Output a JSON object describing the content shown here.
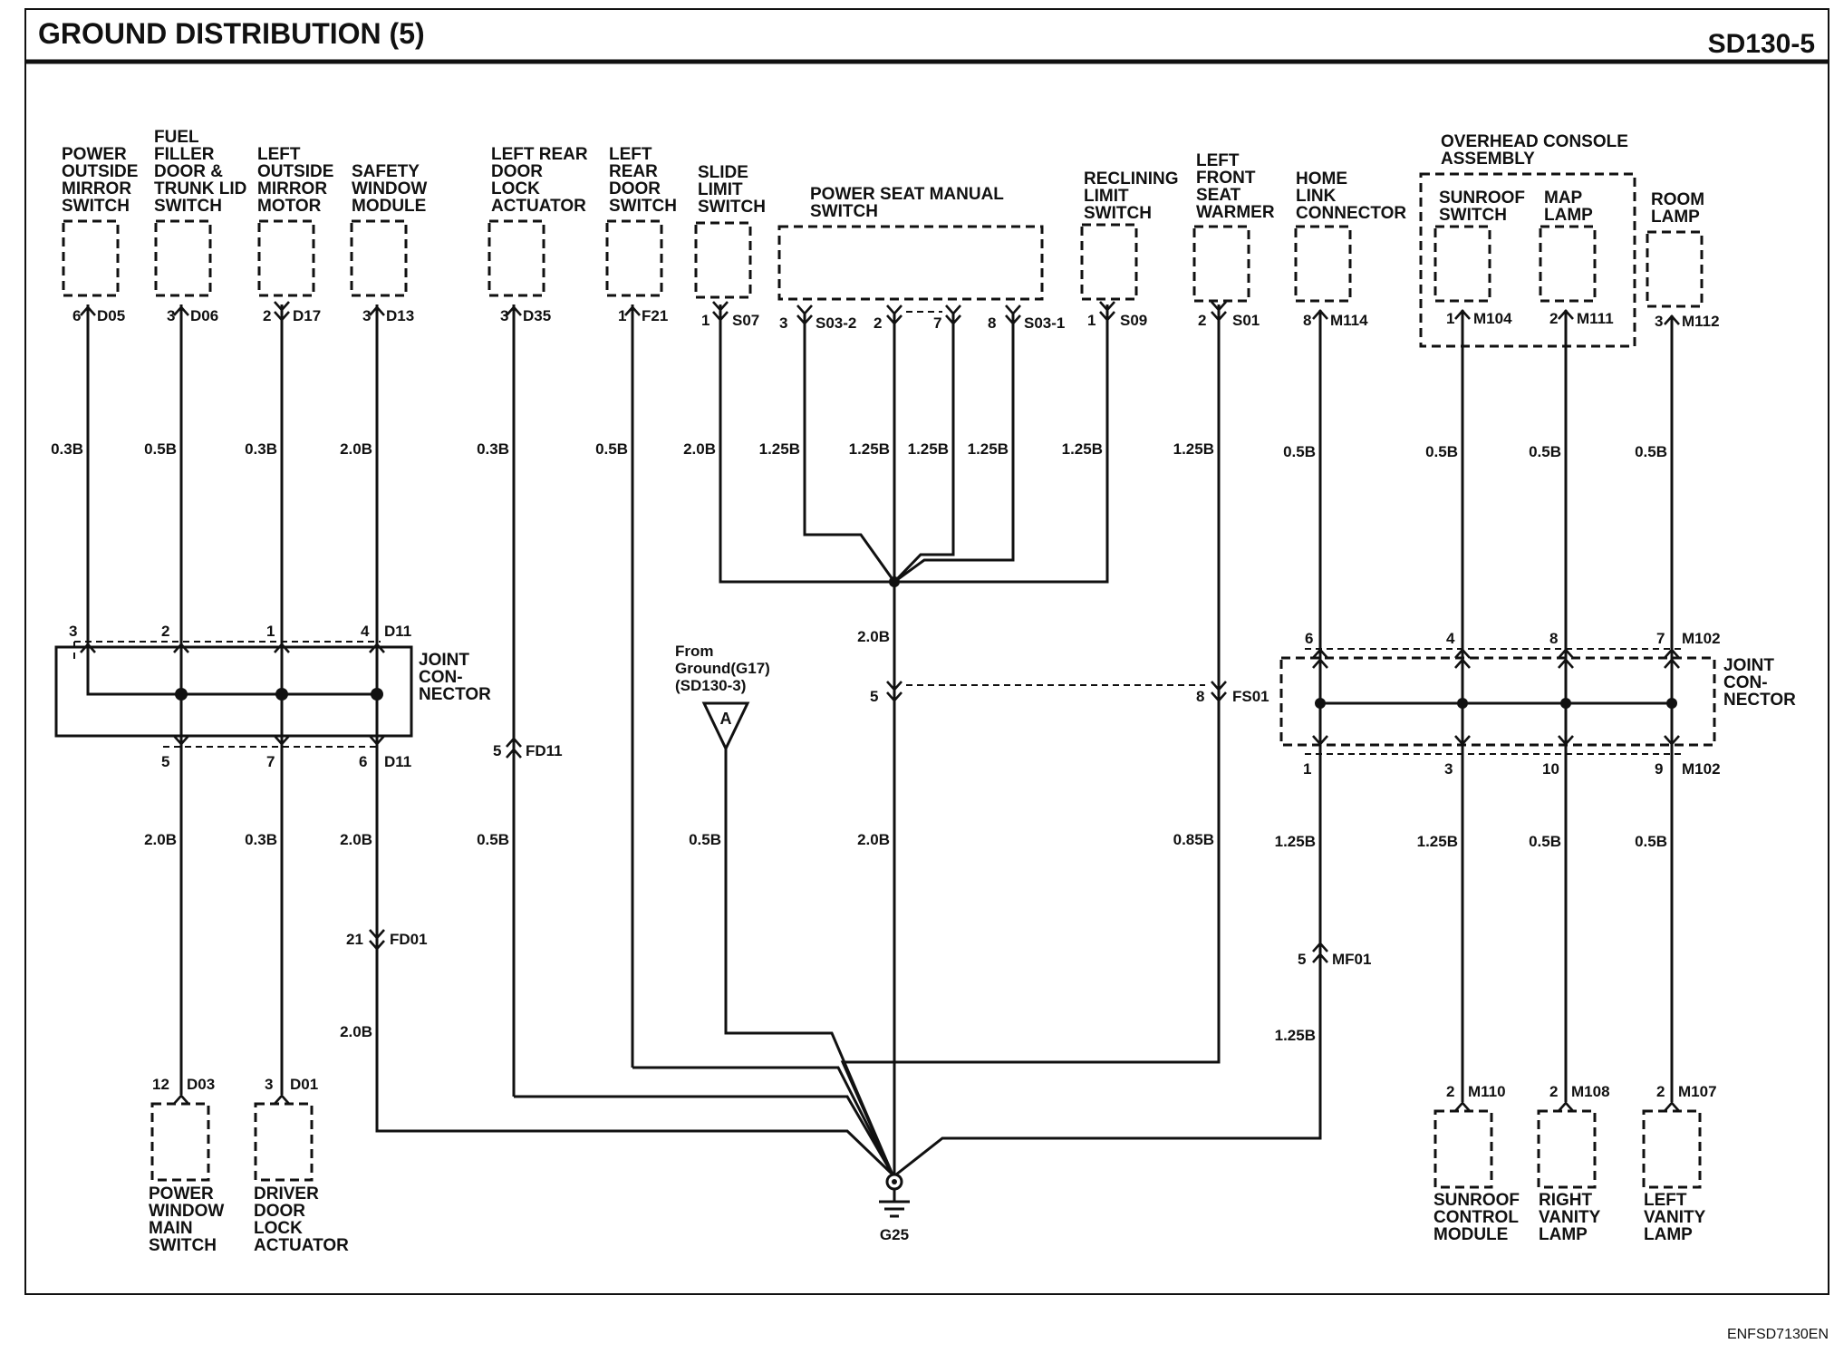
{
  "title": "GROUND DISTRIBUTION (5)",
  "code": "SD130-5",
  "footer": "ENFSD7130EN",
  "ground": "G25",
  "ref": {
    "line1": "From",
    "line2": "Ground(G17)",
    "line3": "(SD130-3)",
    "tag": "A"
  },
  "overhead_console": {
    "line1": "OVERHEAD CONSOLE",
    "line2": "ASSEMBLY"
  },
  "joint_left": {
    "lines": [
      "JOINT",
      "CON-",
      "NECTOR"
    ],
    "top_conn": "D11",
    "bot_conn": "D11",
    "top_pins": [
      "3",
      "2",
      "1",
      "4"
    ],
    "bot_pins": [
      "5",
      "7",
      "6"
    ]
  },
  "joint_right": {
    "lines": [
      "JOINT",
      "CON-",
      "NECTOR"
    ],
    "top_conn": "M102",
    "bot_conn": "M102",
    "top_pins": [
      "6",
      "4",
      "8",
      "7"
    ],
    "bot_pins": [
      "1",
      "3",
      "10",
      "9"
    ]
  },
  "top_components": [
    {
      "lines": [
        "POWER",
        "OUTSIDE",
        "MIRROR",
        "SWITCH"
      ],
      "pin": "6",
      "conn": "D05",
      "gauge": "0.3B"
    },
    {
      "lines": [
        "FUEL",
        "FILLER",
        "DOOR &",
        "TRUNK LID",
        "SWITCH"
      ],
      "pin": "3",
      "conn": "D06",
      "gauge": "0.5B"
    },
    {
      "lines": [
        "LEFT",
        "OUTSIDE",
        "MIRROR",
        "MOTOR"
      ],
      "pin": "2",
      "conn": "D17",
      "gauge": "0.3B"
    },
    {
      "lines": [
        "SAFETY",
        "WINDOW",
        "MODULE"
      ],
      "pin": "3",
      "conn": "D13",
      "gauge": "2.0B"
    },
    {
      "lines": [
        "LEFT REAR",
        "DOOR",
        "LOCK",
        "ACTUATOR"
      ],
      "pin": "3",
      "conn": "D35",
      "gauge": "0.3B"
    },
    {
      "lines": [
        "LEFT",
        "REAR",
        "DOOR",
        "SWITCH"
      ],
      "pin": "1",
      "conn": "F21",
      "gauge": "0.5B"
    },
    {
      "lines": [
        "SLIDE",
        "LIMIT",
        "SWITCH"
      ],
      "pin": "1",
      "conn": "S07",
      "gauge": "2.0B"
    },
    {
      "lines": [
        "POWER SEAT MANUAL",
        "SWITCH"
      ]
    },
    {
      "lines": [
        "RECLINING",
        "LIMIT",
        "SWITCH"
      ],
      "pin": "1",
      "conn": "S09",
      "gauge": "1.25B"
    },
    {
      "lines": [
        "LEFT",
        "FRONT",
        "SEAT",
        "WARMER"
      ],
      "pin": "2",
      "conn": "S01",
      "gauge": "1.25B"
    },
    {
      "lines": [
        "HOME",
        "LINK",
        "CONNECTOR"
      ],
      "pin": "8",
      "conn": "M114",
      "gauge": "0.5B"
    },
    {
      "lines": [
        "SUNROOF",
        "SWITCH"
      ],
      "pin": "1",
      "conn": "M104",
      "gauge": "0.5B"
    },
    {
      "lines": [
        "MAP",
        "LAMP"
      ],
      "pin": "2",
      "conn": "M111",
      "gauge": "0.5B"
    },
    {
      "lines": [
        "ROOM",
        "LAMP"
      ],
      "pin": "3",
      "conn": "M112",
      "gauge": "0.5B"
    }
  ],
  "seat_pins": [
    {
      "pin": "3",
      "conn": "S03-2",
      "gauge": "1.25B"
    },
    {
      "pin": "2",
      "gauge": "1.25B"
    },
    {
      "pin": "7",
      "gauge": "1.25B"
    },
    {
      "pin": "8",
      "conn": "S03-1",
      "gauge": "1.25B"
    }
  ],
  "bottom_components": [
    {
      "lines": [
        "POWER",
        "WINDOW",
        "MAIN",
        "SWITCH"
      ],
      "pin": "12",
      "conn": "D03"
    },
    {
      "lines": [
        "DRIVER",
        "DOOR",
        "LOCK",
        "ACTUATOR"
      ],
      "pin": "3",
      "conn": "D01"
    },
    {
      "lines": [
        "SUNROOF",
        "CONTROL",
        "MODULE"
      ],
      "pin": "2",
      "conn": "M110"
    },
    {
      "lines": [
        "RIGHT",
        "VANITY",
        "LAMP"
      ],
      "pin": "2",
      "conn": "M108"
    },
    {
      "lines": [
        "LEFT",
        "VANITY",
        "LAMP"
      ],
      "pin": "2",
      "conn": "M107"
    }
  ],
  "inline": {
    "fd11": {
      "pin": "5",
      "conn": "FD11"
    },
    "fd01": {
      "pin": "21",
      "conn": "FD01"
    },
    "fs01_left": {
      "pin": "5"
    },
    "fs01_right": {
      "pin": "8",
      "conn": "FS01"
    },
    "mf01": {
      "pin": "5",
      "conn": "MF01"
    }
  },
  "gauges": {
    "seat_trunk_upper": "2.0B",
    "seat_trunk_lower": "2.0B",
    "power_window_main": "2.0B",
    "driver_door_lock": "0.3B",
    "safety_window_lower": "2.0B",
    "safety_window_after_fd01": "2.0B",
    "left_rear_door_lock_lower": "0.5B",
    "ref_a": "0.5B",
    "seat_warmer_lower": "0.85B",
    "home_link_lower": "1.25B",
    "home_link_after_mf01": "1.25B",
    "sunroof_control": "1.25B",
    "right_vanity": "0.5B",
    "left_vanity": "0.5B"
  }
}
